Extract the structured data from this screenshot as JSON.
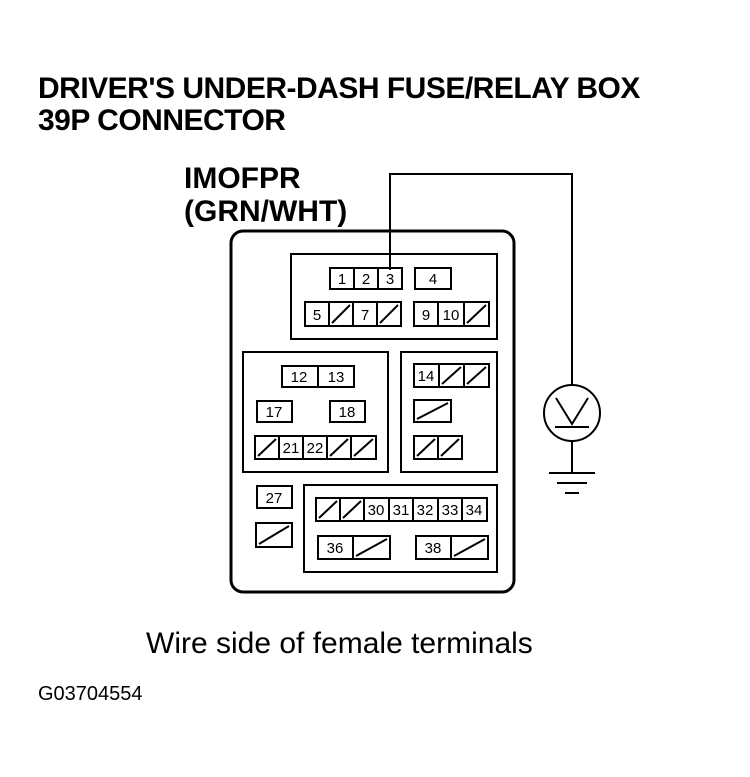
{
  "title": {
    "line1": "DRIVER'S UNDER-DASH FUSE/RELAY BOX",
    "line2": "39P CONNECTOR"
  },
  "wire": {
    "name": "IMOFPR",
    "color": "(GRN/WHT)"
  },
  "caption": "Wire side of female terminals",
  "figure_code": "G03704554",
  "terminals": {
    "t1": "1",
    "t2": "2",
    "t3": "3",
    "t4": "4",
    "t5": "5",
    "t7": "7",
    "t9": "9",
    "t10": "10",
    "t12": "12",
    "t13": "13",
    "t14": "14",
    "t17": "17",
    "t18": "18",
    "t21": "21",
    "t22": "22",
    "t27": "27",
    "t30": "30",
    "t31": "31",
    "t32": "32",
    "t33": "33",
    "t34": "34",
    "t36": "36",
    "t38": "38"
  },
  "meter_icon": "voltmeter-icon",
  "ground_icon": "ground-icon"
}
